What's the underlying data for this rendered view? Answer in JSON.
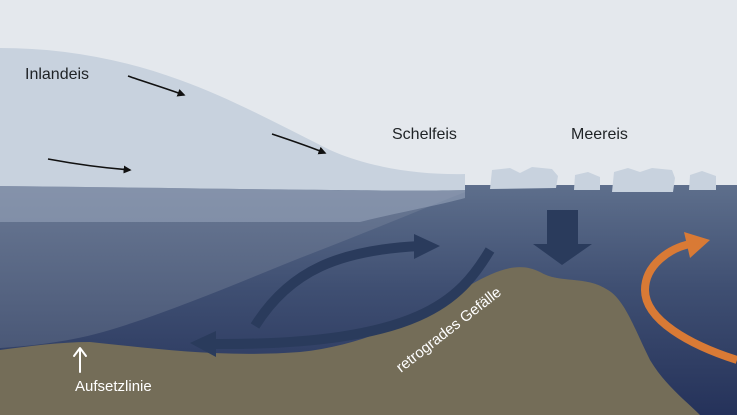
{
  "labels": {
    "inland_ice": "Inlandeis",
    "ice_shelf": "Schelfeis",
    "sea_ice": "Meereis",
    "grounding_line": "Aufsetzlinie",
    "retrograde_slope": "retrogrades Gefälle"
  },
  "colors": {
    "sky": "#e4e8ed",
    "ice": "#c9d3df",
    "ocean_top": "#5d6f8c",
    "ocean_deep": "#27355a",
    "cavity": "#4a5a78",
    "bedrock": "#756e5a",
    "circulation_arrow": "#2a3b5c",
    "warm_water_arrow": "#d97a35",
    "flow_arrow": "#111111"
  },
  "icons": [
    "ice-flow-arrow-icon",
    "circulation-arrow-icon",
    "downwelling-arrow-icon",
    "warm-water-arrow-icon",
    "grounding-line-arrow-icon"
  ]
}
